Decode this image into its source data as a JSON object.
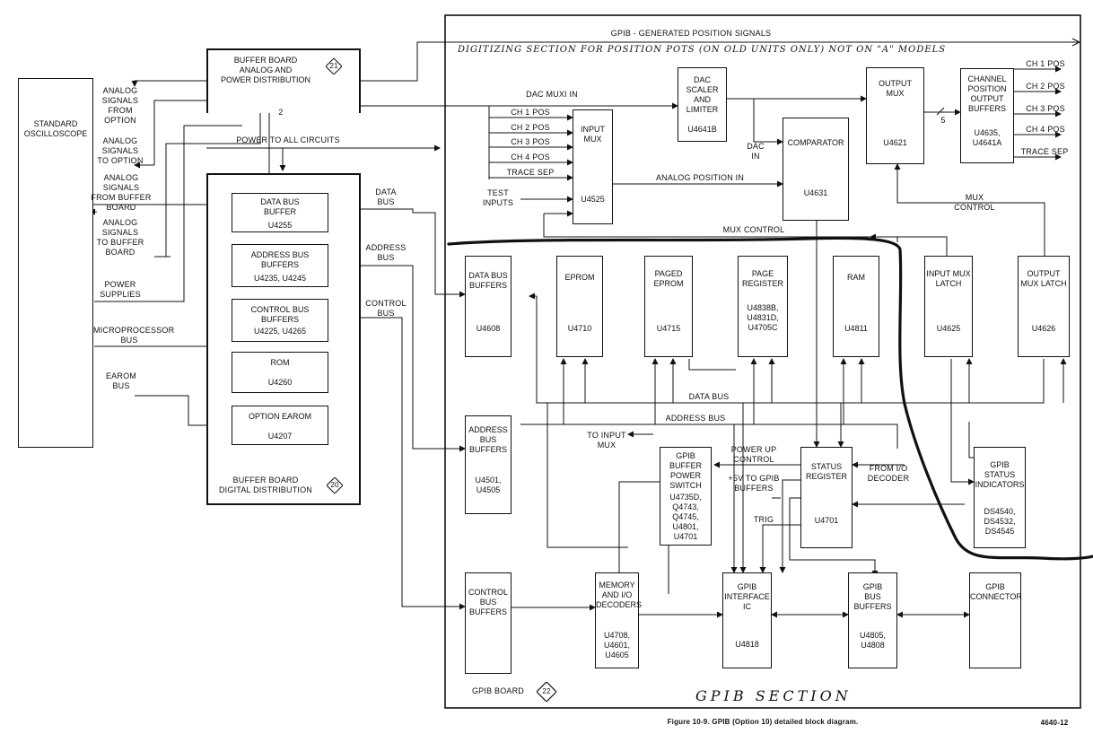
{
  "oscilloscope": {
    "label": "STANDARD\nOSCILLOSCOPE"
  },
  "left_signals": {
    "analog_from_option": "ANALOG\nSIGNALS\nFROM\nOPTION",
    "analog_to_option": "ANALOG\nSIGNALS\nTO OPTION",
    "analog_from_buffer": "ANALOG\nSIGNALS\nFROM BUFFER\nBOARD",
    "analog_to_buffer": "ANALOG\nSIGNALS\nTO BUFFER\nBOARD",
    "power_supplies": "POWER\nSUPPLIES",
    "microprocessor_bus": "MICROPROCESSOR\nBUS",
    "earom_bus": "EAROM\nBUS"
  },
  "buffer_analog": {
    "title": "BUFFER BOARD\nANALOG AND\nPOWER DISTRIBUTION",
    "number": "21"
  },
  "buffer_digital": {
    "title": "BUFFER BOARD\nDIGITAL DISTRIBUTION",
    "number": "20"
  },
  "power_to_all": "POWER TO ALL CIRCUITS",
  "gpib_generated": "GPIB - GENERATED POSITION SIGNALS",
  "digitizing_note": "DIGITIZING  SECTION  FOR  POSITION  POTS  (ON OLD UNITS ONLY)  NOT ON \"A\" MODELS",
  "dac_muxi_in": "DAC MUXI IN",
  "bus_count_2": "2",
  "bus_count_5": "5",
  "buffer_boxes": [
    {
      "name": "DATA BUS\nBUFFER",
      "ref": "U4255"
    },
    {
      "name": "ADDRESS BUS\nBUFFERS",
      "ref": "U4235, U4245"
    },
    {
      "name": "CONTROL BUS\nBUFFERS",
      "ref": "U4225, U4265"
    },
    {
      "name": "ROM",
      "ref": "U4260"
    },
    {
      "name": "OPTION EAROM",
      "ref": "U4207"
    }
  ],
  "bus_labels": {
    "data": "DATA\nBUS",
    "address": "ADDRESS\nBUS",
    "control": "CONTROL\nBUS"
  },
  "ch_inputs": [
    "CH 1 POS",
    "CH 2 POS",
    "CH 3 POS",
    "CH 4 POS",
    "TRACE SEP"
  ],
  "test_inputs": "TEST\nINPUTS",
  "input_mux": {
    "name": "INPUT\nMUX",
    "ref": "U4525"
  },
  "dac": {
    "name": "DAC\nSCALER\nAND\nLIMITER",
    "ref": "U4641B"
  },
  "dac_in": "DAC\nIN",
  "comparator": {
    "name": "COMPARATOR",
    "ref": "U4631"
  },
  "analog_position_in": "ANALOG POSITION IN",
  "output_mux": {
    "name": "OUTPUT\nMUX",
    "ref": "U4621"
  },
  "channel_buffers": {
    "name": "CHANNEL\nPOSITION\nOUTPUT\nBUFFERS",
    "ref": "U4635,\nU4641A"
  },
  "ch_outputs": [
    "CH 1 POS",
    "CH 2 POS",
    "CH 3 POS",
    "CH 4 POS",
    "TRACE SEP"
  ],
  "mux_control": "MUX CONTROL",
  "mux_control_right": "MUX\nCONTROL",
  "row_boxes": [
    {
      "name": "DATA BUS\nBUFFERS",
      "ref": "U4608"
    },
    {
      "name": "EPROM",
      "ref": "U4710"
    },
    {
      "name": "PAGED\nEPROM",
      "ref": "U4715"
    },
    {
      "name": "PAGE\nREGISTER",
      "ref": "U4838B,\nU4831D,\nU4705C"
    },
    {
      "name": "RAM",
      "ref": "U4811"
    },
    {
      "name": "INPUT MUX\nLATCH",
      "ref": "U4625"
    },
    {
      "name": "OUTPUT\nMUX LATCH",
      "ref": "U4626"
    }
  ],
  "data_bus": "DATA BUS",
  "address_bus": "ADDRESS BUS",
  "address_bus_buffers": {
    "name": "ADDRESS\nBUS\nBUFFERS",
    "ref": "U4501,\nU4505"
  },
  "to_input_mux": "TO INPUT\nMUX",
  "gpib_power_switch": {
    "name": "GPIB\nBUFFER\nPOWER\nSWITCH",
    "ref": "U4735D,\nQ4743,\nQ4745,\nU4801,\nU4701"
  },
  "power_up_control": "POWER UP\nCONTROL",
  "plus5v": "+5V TO GPIB\nBUFFERS",
  "status_register": {
    "name": "STATUS\nREGISTER",
    "ref": "U4701"
  },
  "from_io_decoder": "FROM I/O\nDECODER",
  "gpib_status": {
    "name": "GPIB\nSTATUS\nINDICATORS",
    "ref": "DS4540,\nDS4532,\nDS4545"
  },
  "trig": "TRIG",
  "control_bus_buffers": {
    "name": "CONTROL\nBUS\nBUFFERS"
  },
  "memory_decoders": {
    "name": "MEMORY\nAND I/O\nDECODERS",
    "ref": "U4708,\nU4601,\nU4605"
  },
  "gpib_interface": {
    "name": "GPIB\nINTERFACE\nIC",
    "ref": "U4818"
  },
  "gpib_bus_buffers": {
    "name": "GPIB\nBUS\nBUFFERS",
    "ref": "U4805,\nU4808"
  },
  "gpib_connector": {
    "name": "GPIB\nCONNECTOR"
  },
  "gpib_board": {
    "label": "GPIB BOARD",
    "number": "22"
  },
  "gpib_section": "GPIB  SECTION",
  "caption": "Figure 10-9. GPIB (Option 10) detailed block diagram.",
  "figure_code": "4640-12"
}
